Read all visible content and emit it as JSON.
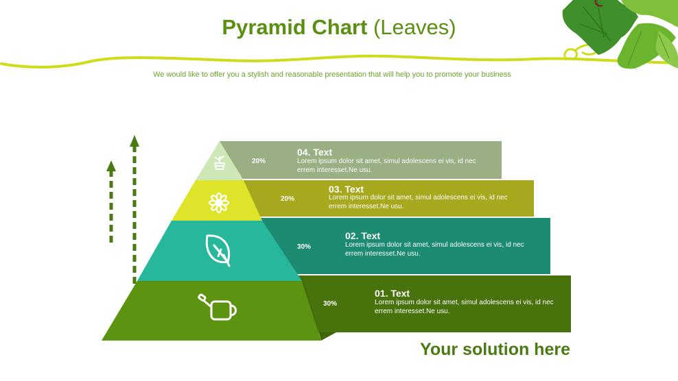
{
  "header": {
    "title_bold": "Pyramid Chart",
    "title_light": " (Leaves)",
    "subtitle": "We would like to offer you a stylish and reasonable presentation that will help you to promote your business"
  },
  "colors": {
    "title": "#5a8f12",
    "vine": "#cfdc1a",
    "arrow": "#4a7a12"
  },
  "pyramid": {
    "layers": [
      {
        "level": "04",
        "icon": "flower-pot-icon",
        "color": "#cde8b6"
      },
      {
        "level": "03",
        "icon": "flower-icon",
        "color": "#dde42a"
      },
      {
        "level": "02",
        "icon": "leaf-icon",
        "color": "#27b79a"
      },
      {
        "level": "01",
        "icon": "watering-can-icon",
        "color": "#5c9310"
      }
    ]
  },
  "bars": [
    {
      "percent": "20%",
      "title": "04. Text",
      "desc": "Lorem ipsum dolor sit amet, simul adolescens ei vis, id nec errem interesset.Ne usu.",
      "color": "#9aaf84"
    },
    {
      "percent": "20%",
      "title": "03. Text",
      "desc": "Lorem ipsum dolor sit amet, simul adolescens ei vis, id nec errem interesset.Ne usu.",
      "color": "#a6a81e"
    },
    {
      "percent": "30%",
      "title": "02. Text",
      "desc": "Lorem ipsum dolor sit amet, simul adolescens ei vis, id nec errem interesset.Ne usu.",
      "color": "#1d8a72"
    },
    {
      "percent": "30%",
      "title": "01. Text",
      "desc": "Lorem ipsum dolor sit amet, simul adolescens ei vis, id nec errem interesset.Ne usu.",
      "color": "#48720c"
    }
  ],
  "footer": {
    "solution": "Your solution here"
  }
}
